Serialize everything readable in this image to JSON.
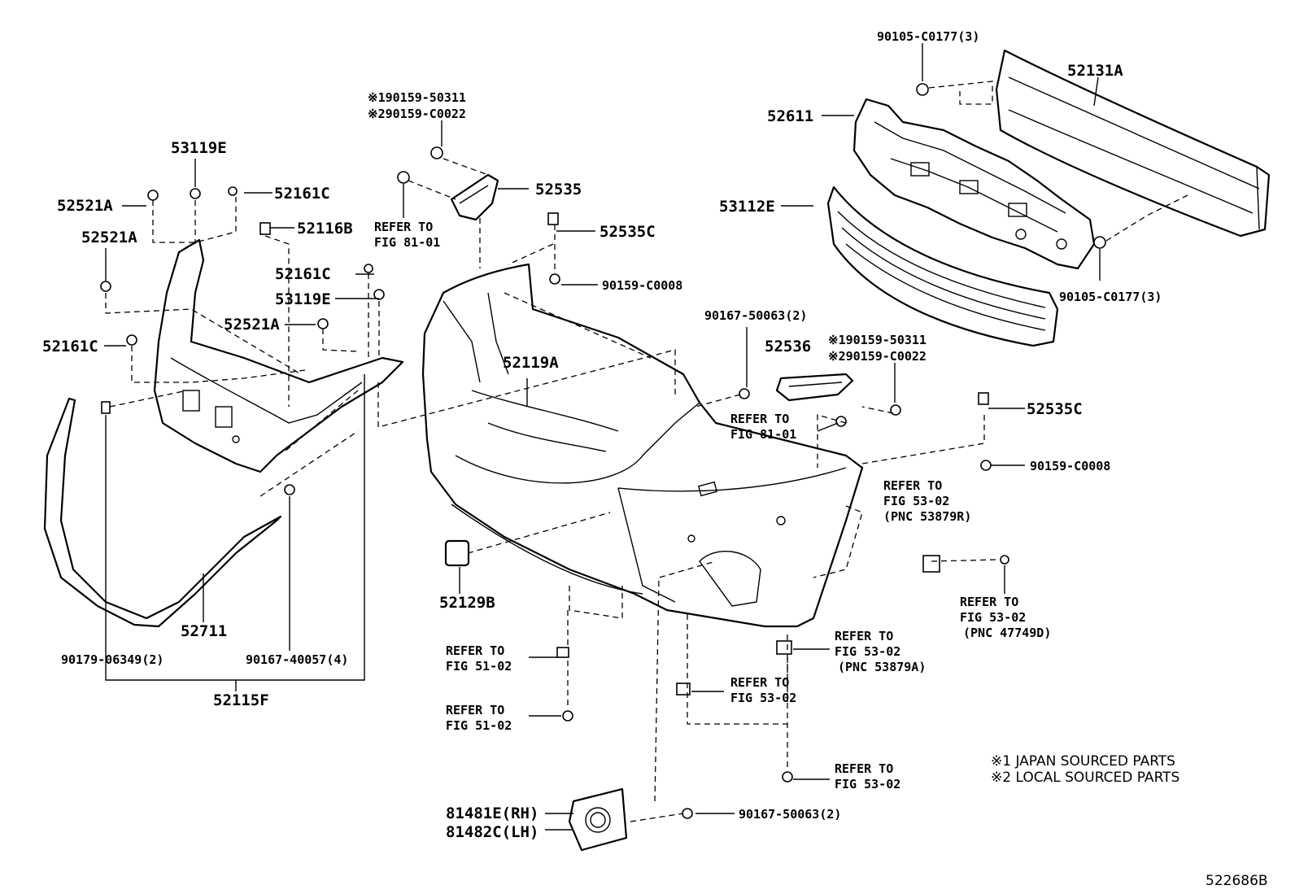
{
  "labels": {
    "l_90105_top": "90105-C0177(3)",
    "l_52131A": "52131A",
    "l_52611": "52611",
    "l_sym1_top": "※190159-50311",
    "l_sym2_top": "※290159-C0022",
    "l_53119E_top": "53119E",
    "l_52521A_1": "52521A",
    "l_52161C_1": "52161C",
    "l_52535": "52535",
    "l_53112E": "53112E",
    "l_52116B": "52116B",
    "l_52521A_2": "52521A",
    "l_refer_81_a1": "REFER TO",
    "l_refer_81_a2": "FIG 81-01",
    "l_52535C_top": "52535C",
    "l_52161C_2": "52161C",
    "l_53119E_2": "53119E",
    "l_90159_C0008_top": "90159-C0008",
    "l_90105_bot": "90105-C0177(3)",
    "l_90167_50063_top": "90167-50063(2)",
    "l_52521A_3": "52521A",
    "l_52536": "52536",
    "l_sym1_mid": "※190159-50311",
    "l_sym2_mid": "※290159-C0022",
    "l_52161C_3": "52161C",
    "l_52119A": "52119A",
    "l_52535C_mid": "52535C",
    "l_refer_81_b1": "REFER TO",
    "l_refer_81_b2": "FIG 81-01",
    "l_90159_C0008_mid": "90159-C0008",
    "l_refer_53_r1": "REFER TO",
    "l_refer_53_r2": "FIG 53-02",
    "l_pnc_53879R": "(PNC 53879R)",
    "l_52129B": "52129B",
    "l_refer_53_p1": "REFER TO",
    "l_refer_53_p2": "FIG 53-02",
    "l_pnc_47749D": "(PNC 47749D)",
    "l_52711": "52711",
    "l_90179": "90179-06349(2)",
    "l_90167_40057": "90167-40057(4)",
    "l_refer_51_a1": "REFER TO",
    "l_refer_51_a2": "FIG 51-02",
    "l_refer_53_c1": "REFER TO",
    "l_refer_53_c2": "FIG 53-02",
    "l_pnc_53879A": "(PNC 53879A)",
    "l_52115F": "52115F",
    "l_refer_53_d1": "REFER TO",
    "l_refer_53_d2": "FIG 53-02",
    "l_refer_51_b1": "REFER TO",
    "l_refer_51_b2": "FIG 51-02",
    "l_refer_53_e1": "REFER TO",
    "l_refer_53_e2": "FIG 53-02",
    "l_81481E": "81481E(RH)",
    "l_81482C": "81482C(LH)",
    "l_90167_50063_bot": "90167-50063(2)"
  },
  "notes": {
    "japan": "※1 JAPAN SOURCED PARTS",
    "local": "※2 LOCAL SOURCED PARTS"
  },
  "figure_id": "522686B"
}
